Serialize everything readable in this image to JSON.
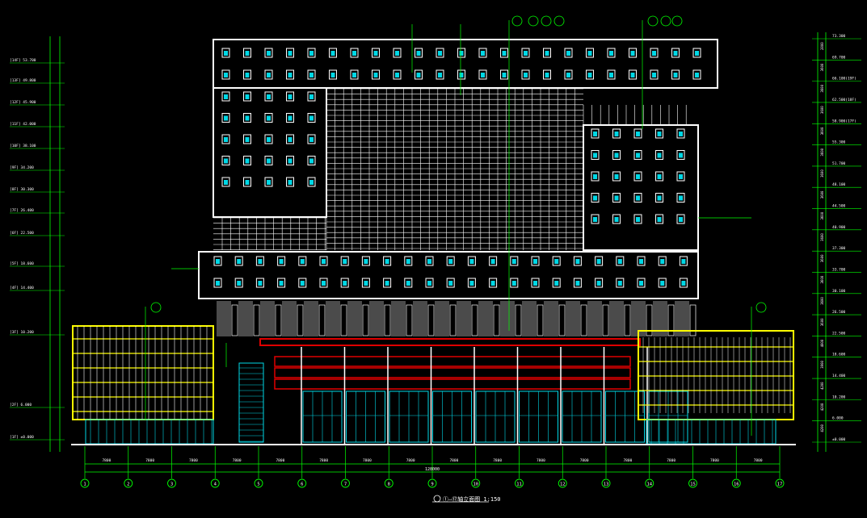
{
  "drawing": {
    "caption": "①—⑰轴立面图 1:150",
    "overall_dimension": "128000",
    "bay_width": "7800",
    "axis_labels": [
      "1",
      "2",
      "3",
      "4",
      "5",
      "6",
      "7",
      "8",
      "9",
      "10",
      "11",
      "12",
      "13",
      "14",
      "15",
      "16",
      "17"
    ],
    "left_levels": [
      "[14F] 53.700",
      "[13F] 49.800",
      "[12F] 45.900",
      "[11F] 42.000",
      "[10F] 38.100",
      "[9F] 34.200",
      "[8F] 30.300",
      "[7F] 26.400",
      "[6F] 22.500",
      "[5F] 18.600",
      "[4F] 14.400",
      "[3F] 10.200",
      "[2F] 6.000",
      "[1F] ±0.000"
    ],
    "right_levels": [
      "73.300",
      "69.700",
      "66.100(19F)",
      "62.500(18F)",
      "58.900(17F)",
      "55.300",
      "51.700",
      "48.100",
      "44.500",
      "40.900",
      "37.300",
      "33.700",
      "30.100",
      "26.500",
      "22.500",
      "18.600",
      "14.400",
      "10.200",
      "6.000",
      "±0.000"
    ],
    "right_dim_strings": [
      "2800",
      "3600",
      "3600",
      "3600",
      "3600",
      "3600",
      "3600",
      "3600",
      "3600",
      "3600",
      "3600",
      "3600",
      "3600",
      "3600",
      "4000",
      "3900",
      "4200",
      "4200",
      "4200",
      "6000"
    ],
    "colors": {
      "background": "#000000",
      "outline": "#ffffff",
      "window_frame": "#ffffff",
      "glass": "#00d8e6",
      "dimension": "#00ff00",
      "podium_beam": "#e00000",
      "accent": "#ffff00"
    }
  }
}
